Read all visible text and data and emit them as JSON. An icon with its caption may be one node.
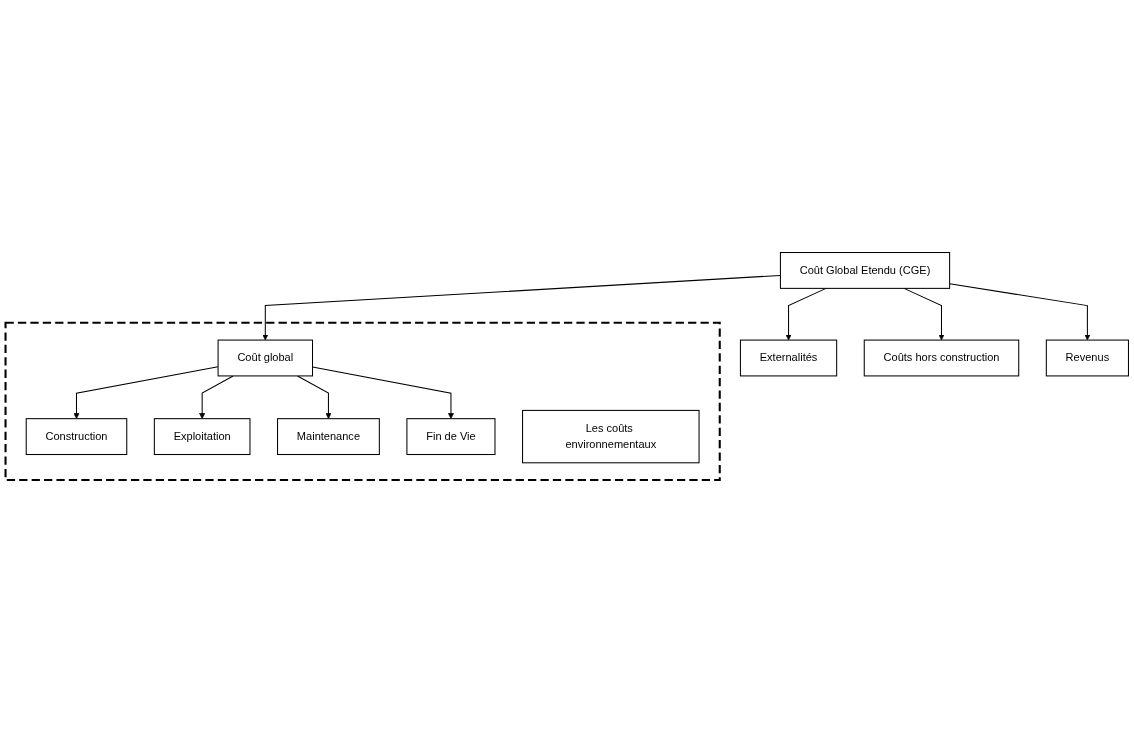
{
  "diagram": {
    "nodes": [
      {
        "text": [
          "Coût Global Etendu (CGE)"
        ]
      },
      {
        "text": [
          "Externalités"
        ]
      },
      {
        "text": [
          "Coûts hors construction"
        ]
      },
      {
        "text": [],
        "shape": "box"
      },
      {
        "text": [
          "Coût global"
        ],
        "in": 3
      },
      {
        "text": [
          "Revenus"
        ]
      },
      {
        "text": [
          "Construction"
        ],
        "in": 3
      },
      {
        "text": [
          "Exploitation"
        ],
        "in": 3
      },
      {
        "text": [
          "Maintenance"
        ],
        "in": 3
      },
      {
        "text": [
          "Fin de Vie"
        ],
        "in": 3
      },
      {
        "text": [
          "Les coûts environnementaux"
        ],
        "in": 3
      }
    ],
    "edges": [
      {
        "from": 0,
        "to": 1,
        "arrow": "to"
      },
      {
        "from": 0,
        "to": 2,
        "arrow": "to"
      },
      {
        "from": 0,
        "to": 4,
        "arrow": "to"
      },
      {
        "from": 0,
        "to": 5,
        "arrow": "to"
      },
      {
        "from": 4,
        "to": 6,
        "arrow": "to"
      },
      {
        "from": 4,
        "to": 7,
        "arrow": "to"
      },
      {
        "from": 4,
        "to": 8,
        "arrow": "to"
      },
      {
        "from": 4,
        "to": 9,
        "arrow": "to"
      }
    ]
  }
}
